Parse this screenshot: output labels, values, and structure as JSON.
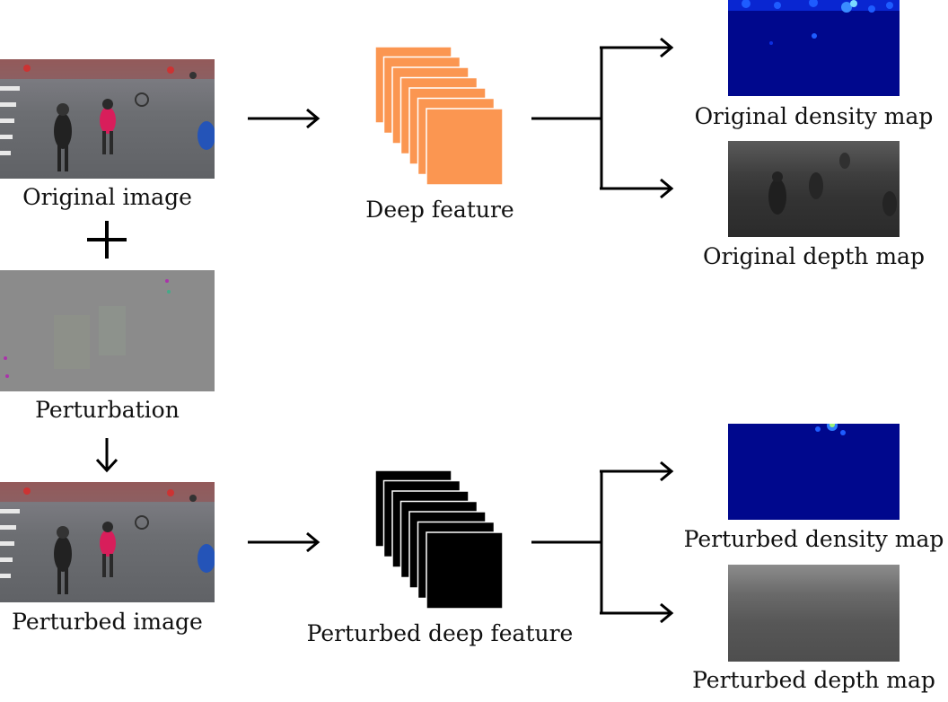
{
  "labels": {
    "original_image": "Original image",
    "perturbation": "Perturbation",
    "perturbed_image": "Perturbed image",
    "deep_feature": "Deep feature",
    "perturbed_deep_feature": "Perturbed deep feature",
    "original_density_map": "Original density map",
    "original_depth_map": "Original depth map",
    "perturbed_density_map": "Perturbed density map",
    "perturbed_depth_map": "Perturbed depth map"
  },
  "colors": {
    "feature_original": "#fb9651",
    "feature_perturbed": "#000000",
    "density_bg": "#00088d",
    "arrow": "#000000"
  },
  "operators": {
    "plus": "+",
    "down_arrow": "↓"
  }
}
